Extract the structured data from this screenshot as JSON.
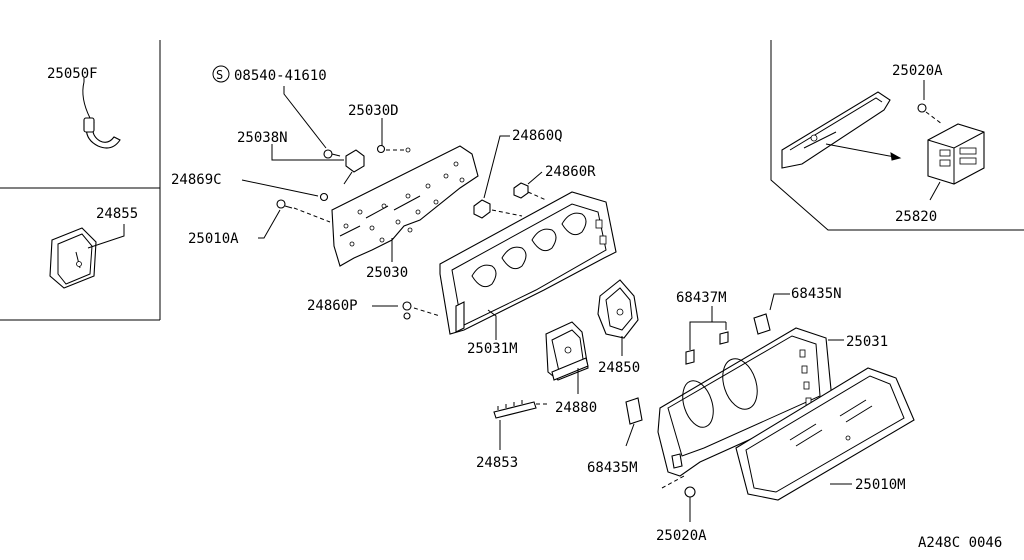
{
  "diagram_code": "A248C 0046",
  "callouts": {
    "c25050F": "25050F",
    "c24855": "24855",
    "c08540": "08540-41610",
    "c08540_symbol": "S",
    "c25030D": "25030D",
    "c25038N": "25038N",
    "c24869C": "24869C",
    "c25010A": "25010A",
    "c25030": "25030",
    "c24860Q": "24860Q",
    "c24860R": "24860R",
    "c24860P": "24860P",
    "c25031M": "25031M",
    "c24850": "24850",
    "c24880": "24880",
    "c24853": "24853",
    "c68437M": "68437M",
    "c68435N": "68435N",
    "c25031": "25031",
    "c68435M": "68435M",
    "c25010M": "25010M",
    "c25020A_bottom": "25020A",
    "c25020A_top": "25020A",
    "c25820": "25820"
  }
}
